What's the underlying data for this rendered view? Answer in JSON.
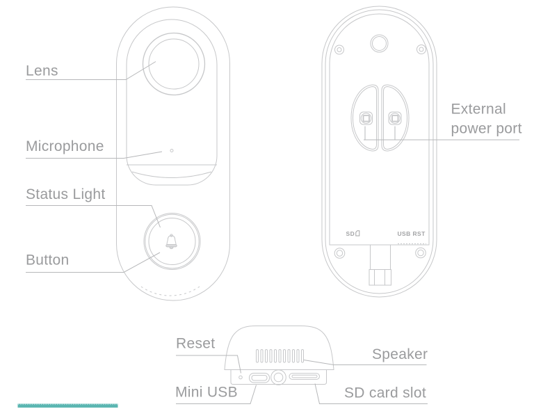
{
  "front_view": {
    "labels": {
      "lens": "Lens",
      "microphone": "Microphone",
      "status_light": "Status Light",
      "button": "Button"
    }
  },
  "back_view": {
    "labels": {
      "external_power_line1": "External",
      "external_power_line2": "power port",
      "sd": "SD",
      "usb": "USB",
      "rst": "RST"
    }
  },
  "bottom_view": {
    "labels": {
      "reset": "Reset",
      "mini_usb": "Mini USB",
      "speaker": "Speaker",
      "sd_card_slot": "SD card slot"
    }
  },
  "colors": {
    "device_outline": "#c6c7c9",
    "pointer_line": "#b6b7b9",
    "label_text": "#9a9b9d",
    "port_text": "#a3a4a6",
    "bell_fill": "#dcdcde",
    "accent_teal": "#5cb6b2"
  }
}
